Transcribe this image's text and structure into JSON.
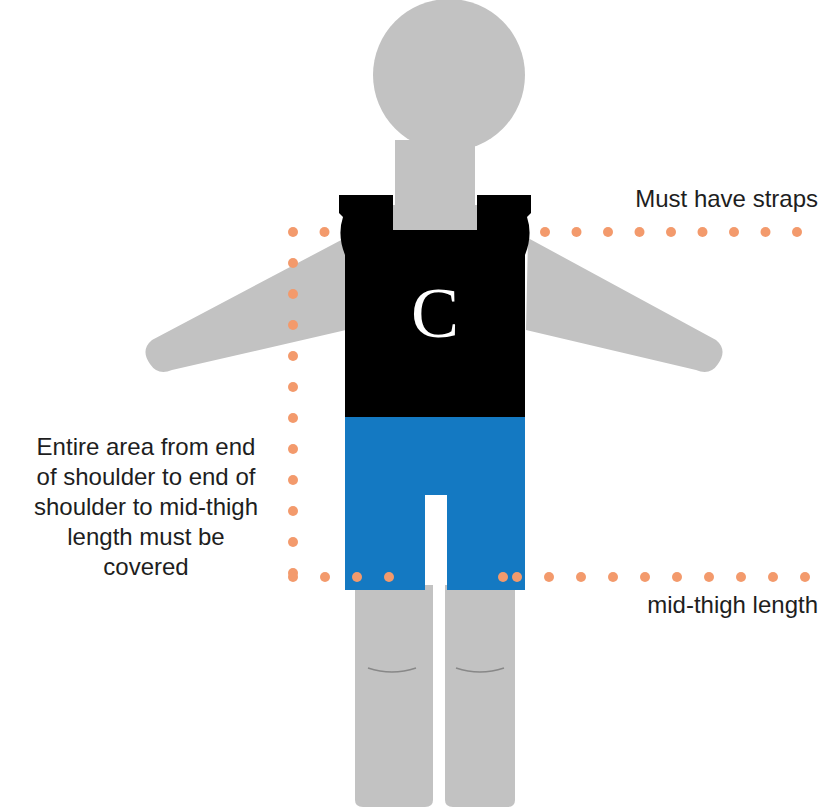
{
  "diagram": {
    "nodes": [
      {
        "text": [
          "C"
        ]
      }
    ],
    "labels": [
      "Must have straps",
      "Entire area from end of shoulder to end of shoulder to mid-thigh length must be covered",
      "mid-thigh length"
    ]
  }
}
